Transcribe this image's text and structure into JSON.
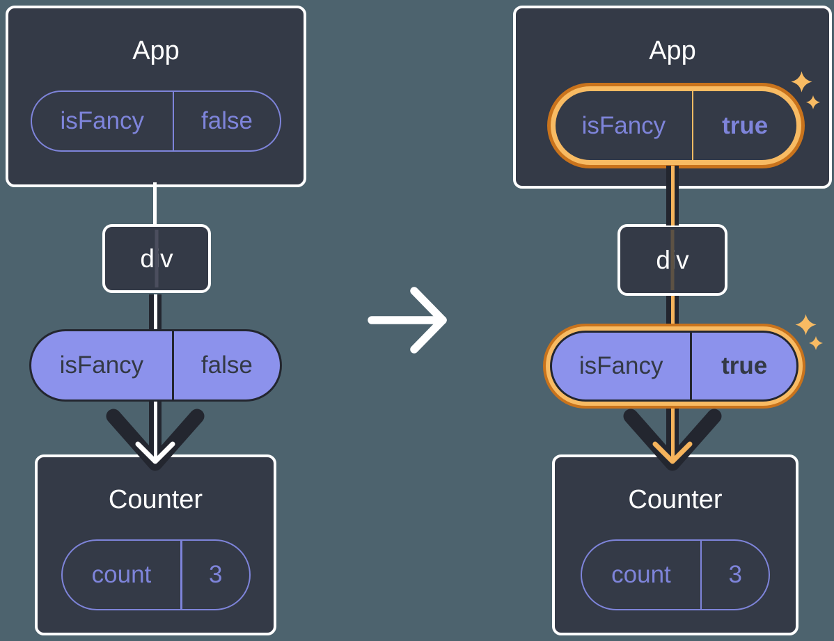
{
  "colors": {
    "background": "#4d636e",
    "card_fill": "#343a47",
    "card_border": "#ffffff",
    "purple_outline": "#7e84da",
    "purple_fill": "#8c92ec",
    "pill_dark_text": "#333945",
    "pipe_dark": "#23262f",
    "pipe_core_left": "#ffffff",
    "highlight_orange_dark": "#c9731c",
    "highlight_orange_light": "#f8bb63",
    "pipe_core_right": "#f6b45c",
    "pipe_behind_left": "#4b4e5e",
    "pipe_behind_right": "#5d5244",
    "title_text": "#ffffff"
  },
  "before": {
    "app_card": {
      "title": "App",
      "prop_pill": {
        "name": "isFancy",
        "value": "false"
      }
    },
    "div_node": {
      "label": "div"
    },
    "prop_pill": {
      "name": "isFancy",
      "value": "false"
    },
    "counter_card": {
      "title": "Counter",
      "state_pill": {
        "name": "count",
        "value": "3"
      }
    }
  },
  "after": {
    "app_card": {
      "title": "App",
      "prop_pill": {
        "name": "isFancy",
        "value": "true"
      }
    },
    "div_node": {
      "label": "div"
    },
    "prop_pill": {
      "name": "isFancy",
      "value": "true"
    },
    "counter_card": {
      "title": "Counter",
      "state_pill": {
        "name": "count",
        "value": "3"
      }
    }
  },
  "icons": {
    "transition_arrow": "right-arrow",
    "sparkles": "four-point-star"
  }
}
